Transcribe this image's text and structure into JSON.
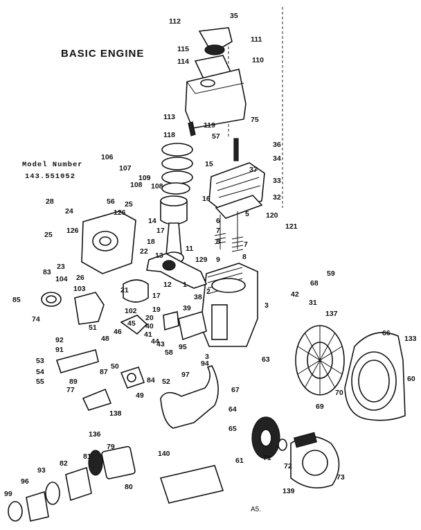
{
  "title": "BASIC ENGINE",
  "model_label": "Model Number",
  "model_number": "143.551052",
  "footer_code": "A5.",
  "callouts": [
    {
      "id": "c112",
      "text": "112"
    },
    {
      "id": "c35",
      "text": "35"
    },
    {
      "id": "c111",
      "text": "111"
    },
    {
      "id": "c115",
      "text": "115"
    },
    {
      "id": "c110",
      "text": "110"
    },
    {
      "id": "c114",
      "text": "114"
    },
    {
      "id": "c113",
      "text": "113"
    },
    {
      "id": "c75",
      "text": "75"
    },
    {
      "id": "c119",
      "text": "119"
    },
    {
      "id": "c118",
      "text": "118"
    },
    {
      "id": "c57",
      "text": "57"
    },
    {
      "id": "c36",
      "text": "36"
    },
    {
      "id": "c34",
      "text": "34"
    },
    {
      "id": "c15",
      "text": "15"
    },
    {
      "id": "c37",
      "text": "37"
    },
    {
      "id": "c106",
      "text": "106"
    },
    {
      "id": "c107",
      "text": "107"
    },
    {
      "id": "c109",
      "text": "109"
    },
    {
      "id": "c108a",
      "text": "108"
    },
    {
      "id": "c108b",
      "text": "108"
    },
    {
      "id": "c33",
      "text": "33"
    },
    {
      "id": "c56",
      "text": "56"
    },
    {
      "id": "c32",
      "text": "32"
    },
    {
      "id": "c28",
      "text": "28"
    },
    {
      "id": "c16",
      "text": "16"
    },
    {
      "id": "c24",
      "text": "24"
    },
    {
      "id": "c126a",
      "text": "126"
    },
    {
      "id": "c25a",
      "text": "25"
    },
    {
      "id": "c5",
      "text": "5"
    },
    {
      "id": "c120",
      "text": "120"
    },
    {
      "id": "c14",
      "text": "14"
    },
    {
      "id": "c6",
      "text": "6"
    },
    {
      "id": "c121",
      "text": "121"
    },
    {
      "id": "c25b",
      "text": "25"
    },
    {
      "id": "c126b",
      "text": "126"
    },
    {
      "id": "c17a",
      "text": "17"
    },
    {
      "id": "c7a",
      "text": "7"
    },
    {
      "id": "c18",
      "text": "18"
    },
    {
      "id": "c8a",
      "text": "8"
    },
    {
      "id": "c7b",
      "text": "7"
    },
    {
      "id": "c22",
      "text": "22"
    },
    {
      "id": "c11",
      "text": "11"
    },
    {
      "id": "c23",
      "text": "23"
    },
    {
      "id": "c13",
      "text": "13"
    },
    {
      "id": "c8b",
      "text": "8"
    },
    {
      "id": "c129",
      "text": "129"
    },
    {
      "id": "c9",
      "text": "9"
    },
    {
      "id": "c59",
      "text": "59"
    },
    {
      "id": "c26",
      "text": "26"
    },
    {
      "id": "c68",
      "text": "68"
    },
    {
      "id": "c83",
      "text": "83"
    },
    {
      "id": "c104",
      "text": "104"
    },
    {
      "id": "c12",
      "text": "12"
    },
    {
      "id": "c1",
      "text": "1"
    },
    {
      "id": "c85",
      "text": "85"
    },
    {
      "id": "c103",
      "text": "103"
    },
    {
      "id": "c21",
      "text": "21"
    },
    {
      "id": "c17b",
      "text": "17"
    },
    {
      "id": "c2",
      "text": "2"
    },
    {
      "id": "c42",
      "text": "42"
    },
    {
      "id": "c38",
      "text": "38"
    },
    {
      "id": "c31",
      "text": "31"
    },
    {
      "id": "c102",
      "text": "102"
    },
    {
      "id": "c19",
      "text": "19"
    },
    {
      "id": "c39",
      "text": "39"
    },
    {
      "id": "c3a",
      "text": "3"
    },
    {
      "id": "c137",
      "text": "137"
    },
    {
      "id": "c74",
      "text": "74"
    },
    {
      "id": "c20",
      "text": "20"
    },
    {
      "id": "c45",
      "text": "45"
    },
    {
      "id": "c40",
      "text": "40"
    },
    {
      "id": "c41",
      "text": "41"
    },
    {
      "id": "c51",
      "text": "51"
    },
    {
      "id": "c46",
      "text": "46"
    },
    {
      "id": "c92",
      "text": "92"
    },
    {
      "id": "c48",
      "text": "48"
    },
    {
      "id": "c44",
      "text": "44"
    },
    {
      "id": "c43",
      "text": "43"
    },
    {
      "id": "c95",
      "text": "95"
    },
    {
      "id": "c66",
      "text": "66"
    },
    {
      "id": "c133",
      "text": "133"
    },
    {
      "id": "c91",
      "text": "91"
    },
    {
      "id": "c58",
      "text": "58"
    },
    {
      "id": "c3b",
      "text": "3"
    },
    {
      "id": "c53",
      "text": "53"
    },
    {
      "id": "c94",
      "text": "94"
    },
    {
      "id": "c63",
      "text": "63"
    },
    {
      "id": "c54",
      "text": "54"
    },
    {
      "id": "c87",
      "text": "87"
    },
    {
      "id": "c50",
      "text": "50"
    },
    {
      "id": "c97",
      "text": "97"
    },
    {
      "id": "c60",
      "text": "60"
    },
    {
      "id": "c55",
      "text": "55"
    },
    {
      "id": "c84",
      "text": "84"
    },
    {
      "id": "c52",
      "text": "52"
    },
    {
      "id": "c67",
      "text": "67"
    },
    {
      "id": "c70",
      "text": "70"
    },
    {
      "id": "c89",
      "text": "89"
    },
    {
      "id": "c49",
      "text": "49"
    },
    {
      "id": "c77",
      "text": "77"
    },
    {
      "id": "c64",
      "text": "64"
    },
    {
      "id": "c69",
      "text": "69"
    },
    {
      "id": "c138",
      "text": "138"
    },
    {
      "id": "c65",
      "text": "65"
    },
    {
      "id": "c136",
      "text": "136"
    },
    {
      "id": "c79",
      "text": "79"
    },
    {
      "id": "c140",
      "text": "140"
    },
    {
      "id": "c81",
      "text": "81"
    },
    {
      "id": "c82",
      "text": "82"
    },
    {
      "id": "c61",
      "text": "61"
    },
    {
      "id": "c71",
      "text": "71"
    },
    {
      "id": "c72",
      "text": "72"
    },
    {
      "id": "c73",
      "text": "73"
    },
    {
      "id": "c93",
      "text": "93"
    },
    {
      "id": "c96",
      "text": "96"
    },
    {
      "id": "c80",
      "text": "80"
    },
    {
      "id": "c139",
      "text": "139"
    },
    {
      "id": "c99",
      "text": "99"
    }
  ]
}
